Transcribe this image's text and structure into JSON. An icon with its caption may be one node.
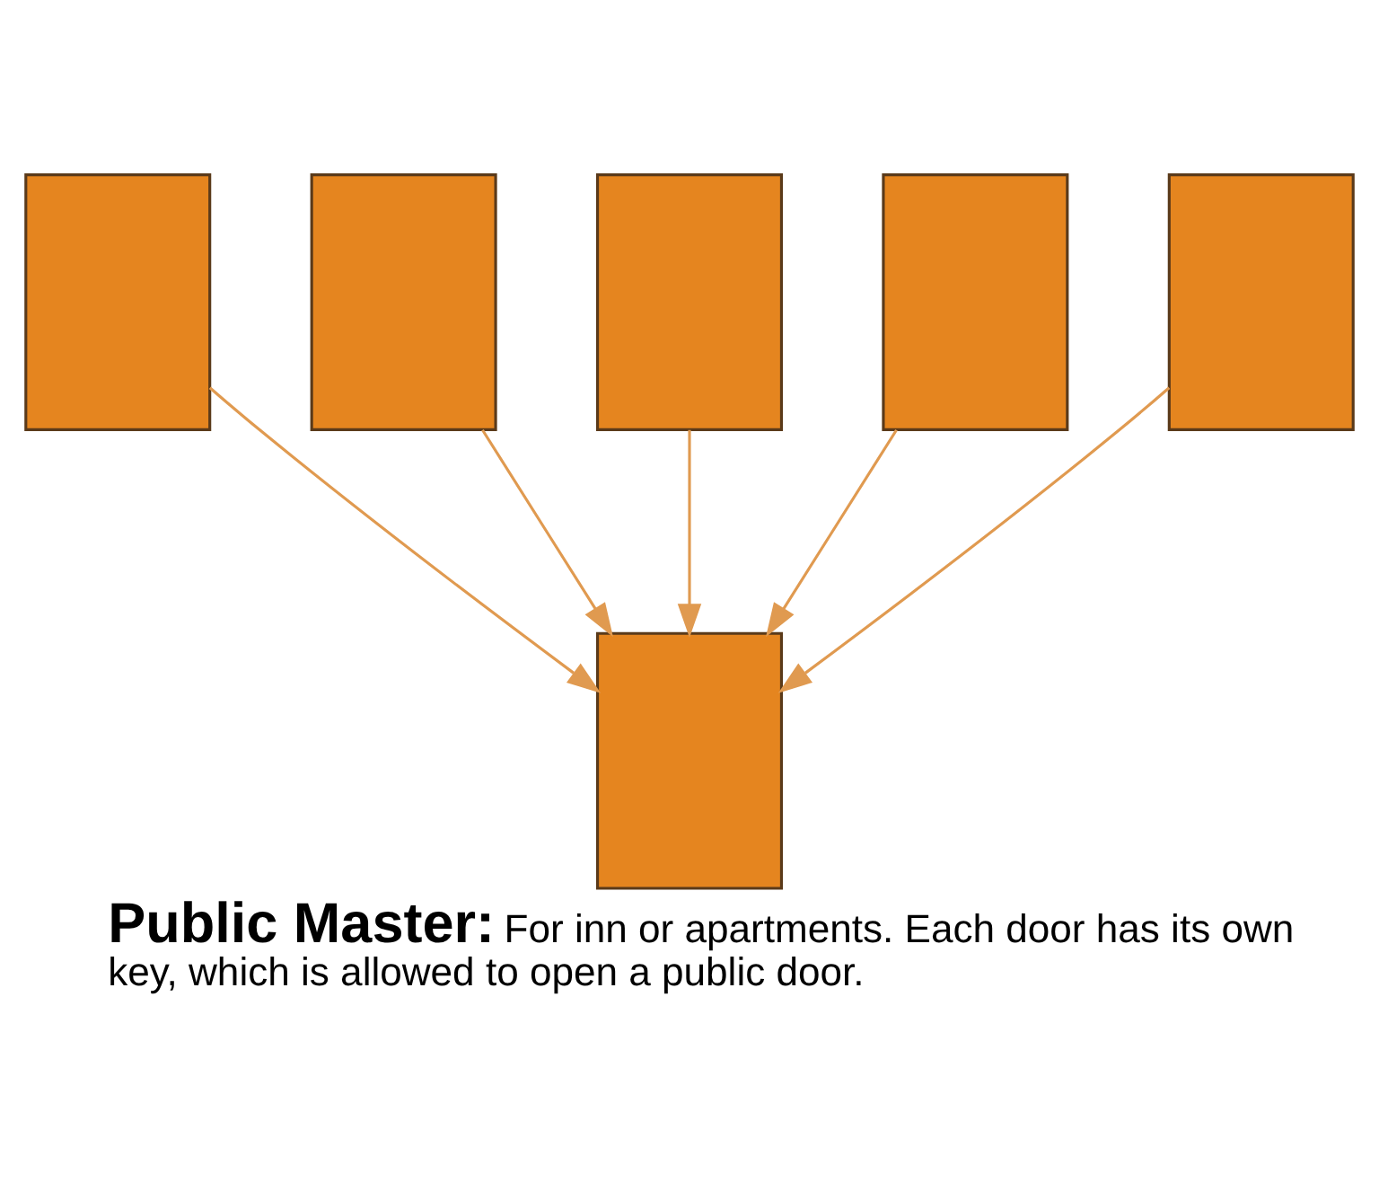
{
  "diagram": {
    "title": "Public Master:",
    "caption": "For inn or apartments. Each door has its own key, which is allowed to open a public door.",
    "nodes": [
      {
        "text": [],
        "shape": "box"
      },
      {
        "text": [],
        "shape": "box"
      },
      {
        "text": [],
        "shape": "box"
      },
      {
        "text": [],
        "shape": "box"
      },
      {
        "text": [],
        "shape": "box"
      },
      {
        "text": [],
        "shape": "box"
      }
    ],
    "edges": [
      {
        "from": 0,
        "to": 5,
        "arrow": "to"
      },
      {
        "from": 1,
        "to": 5,
        "arrow": "to"
      },
      {
        "from": 2,
        "to": 5,
        "arrow": "to"
      },
      {
        "from": 3,
        "to": 5,
        "arrow": "to"
      },
      {
        "from": 4,
        "to": 5,
        "arrow": "to"
      }
    ]
  }
}
